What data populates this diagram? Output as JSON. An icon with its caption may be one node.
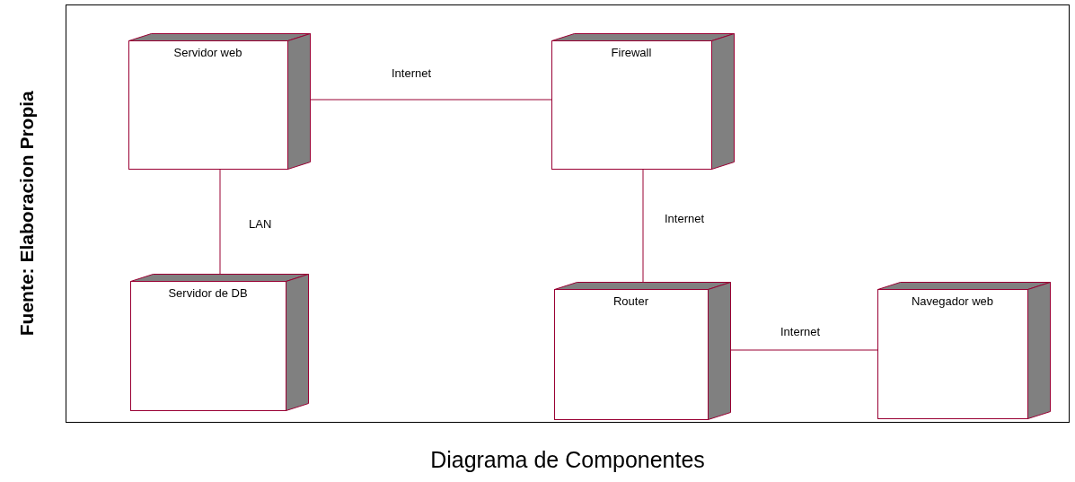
{
  "diagram": {
    "caption": "Diagrama de Componentes",
    "nodes": [
      {
        "text": [
          "Servidor web"
        ]
      },
      {
        "text": [
          "Firewall"
        ]
      },
      {
        "text": [
          "Servidor de DB"
        ]
      },
      {
        "text": [
          "Router"
        ]
      },
      {
        "text": [
          "Navegador web"
        ]
      }
    ],
    "edges": [
      {
        "from": 0,
        "to": 1,
        "arrow": "none",
        "label": "Internet"
      },
      {
        "from": 0,
        "to": 2,
        "arrow": "none",
        "label": "LAN"
      },
      {
        "from": 1,
        "to": 3,
        "arrow": "none",
        "label": "Internet"
      },
      {
        "from": 3,
        "to": 4,
        "arrow": "none",
        "label": "Internet"
      }
    ],
    "labels": [
      "Fuente: Elaboracion Propia"
    ]
  }
}
